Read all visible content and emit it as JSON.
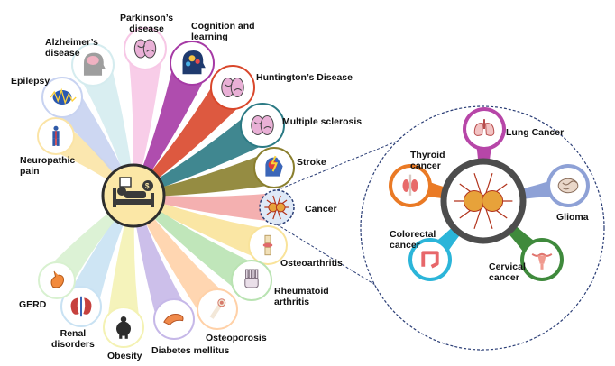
{
  "diagram": {
    "diseases": [
      {
        "id": "parkinsons",
        "label": "Parkinson’s\ndisease",
        "color": "#f7c8e6",
        "icon": "brain-scan-icon"
      },
      {
        "id": "cognition",
        "label": "Cognition and\nlearning",
        "color": "#a63aa5",
        "icon": "head-gears-icon"
      },
      {
        "id": "huntingtons",
        "label": "Huntington’s Disease",
        "color": "#d9472b",
        "icon": "brain-scan-icon"
      },
      {
        "id": "multiple-sclerosis",
        "label": "Multiple sclerosis",
        "color": "#2b7a84",
        "icon": "brain-mri-icon"
      },
      {
        "id": "stroke",
        "label": "Stroke",
        "color": "#8a7f2e",
        "icon": "brain-stroke-icon"
      },
      {
        "id": "cancer",
        "label": "Cancer",
        "color": "#f3a7a7",
        "icon": "cancer-cell-icon"
      },
      {
        "id": "osteoarthritis",
        "label": "Osteoarthritis",
        "color": "#f9e39a",
        "icon": "knee-joint-icon"
      },
      {
        "id": "rheumatoid-arthritis",
        "label": "Rheumatoid\narthritis",
        "color": "#b9e3b2",
        "icon": "hand-xray-icon"
      },
      {
        "id": "osteoporosis",
        "label": "Osteoporosis",
        "color": "#ffd1a8",
        "icon": "bone-icon"
      },
      {
        "id": "diabetes",
        "label": "Diabetes mellitus",
        "color": "#c6b8e8",
        "icon": "pancreas-icon"
      },
      {
        "id": "obesity",
        "label": "Obesity",
        "color": "#f4f2b4",
        "icon": "obese-person-icon"
      },
      {
        "id": "renal",
        "label": "Renal\ndisorders",
        "color": "#c9e2f3",
        "icon": "kidney-icon"
      },
      {
        "id": "gerd",
        "label": "GERD",
        "color": "#d8f1d0",
        "icon": "stomach-icon"
      },
      {
        "id": "neuropathic-pain",
        "label": "Neuropathic\npain",
        "color": "#fbe4a6",
        "icon": "nerve-body-icon"
      },
      {
        "id": "epilepsy",
        "label": "Epilepsy",
        "color": "#c8d3f1",
        "icon": "brain-waves-icon"
      },
      {
        "id": "alzheimers",
        "label": "Alzheimer’s\ndisease",
        "color": "#d5ecef",
        "icon": "head-brain-icon"
      }
    ],
    "center_icon": "patient-in-bed-icon",
    "cancer_detail": {
      "types": [
        {
          "id": "lung",
          "label": "Lung Cancer",
          "color": "#b746a8",
          "icon": "lungs-icon"
        },
        {
          "id": "glioma",
          "label": "Glioma",
          "color": "#8ea1d6",
          "icon": "brain-icon"
        },
        {
          "id": "cervical",
          "label": "Cervical\ncancer",
          "color": "#3f8a3c",
          "icon": "uterus-icon"
        },
        {
          "id": "colorectal",
          "label": "Colorectal\ncancer",
          "color": "#2bb5d9",
          "icon": "colon-icon"
        },
        {
          "id": "thyroid",
          "label": "Thyroid\ncancer",
          "color": "#ea7a25",
          "icon": "thyroid-icon"
        }
      ],
      "center_icon": "tumor-cells-icon"
    }
  }
}
